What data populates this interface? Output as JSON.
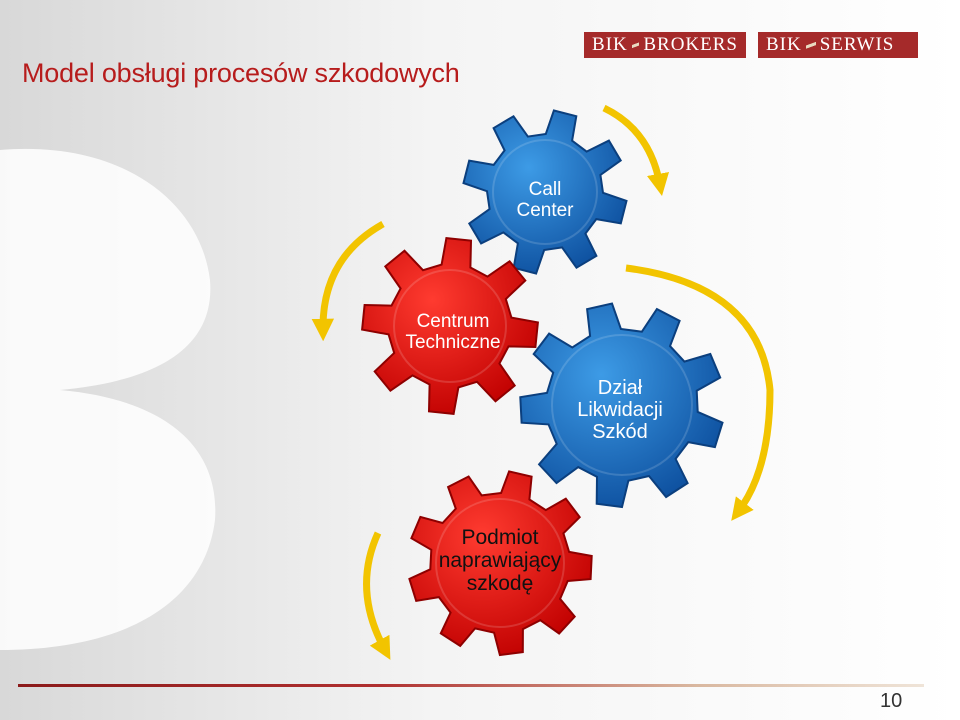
{
  "slide": {
    "title": "Model obsługi procesów szkodowych",
    "page_number": "10"
  },
  "logos": {
    "brokers": {
      "bik": "BIK",
      "name": "BROKERS"
    },
    "serwis": {
      "bik": "BIK",
      "name": "SERWIS"
    }
  },
  "gears": {
    "call_center": {
      "line1": "Call",
      "line2": "Center",
      "color": "#1565c0"
    },
    "centrum": {
      "line1": "Centrum",
      "line2": "Techniczne",
      "color": "#e01010"
    },
    "dzial": {
      "line1": "Dział",
      "line2": "Likwidacji",
      "line3": "Szkód",
      "color": "#1e6fb3"
    },
    "podmiot": {
      "line1": "Podmiot",
      "line2": "naprawiający",
      "line3": "szkodę",
      "color": "#e01010"
    }
  },
  "colors": {
    "title": "#b71c1c",
    "arrow": "#f2c400",
    "logo_bg": "#a52a2a"
  }
}
